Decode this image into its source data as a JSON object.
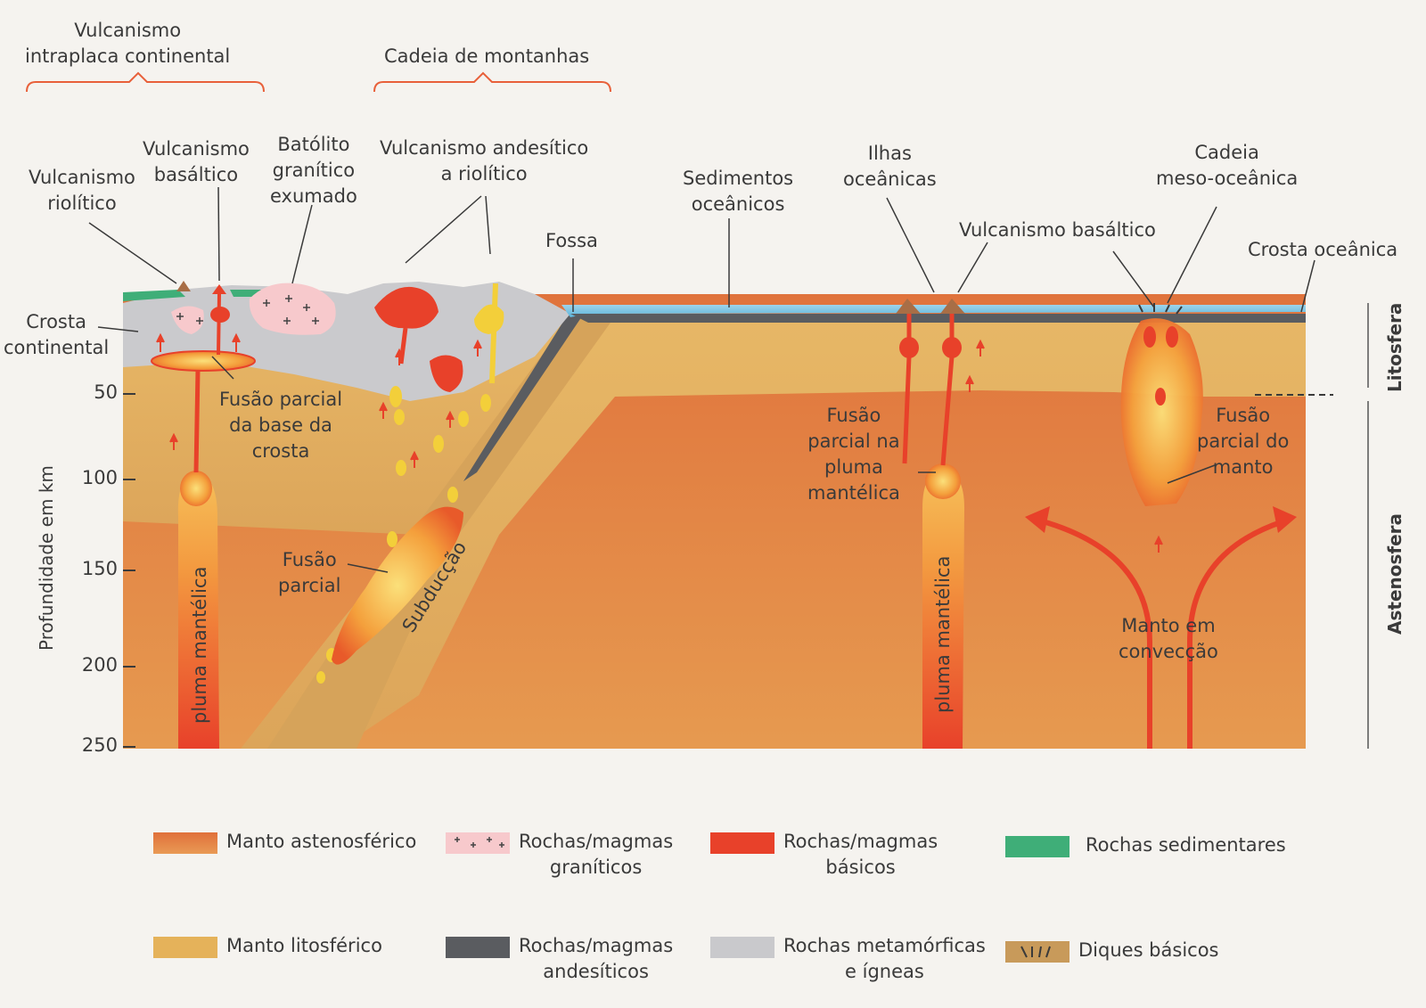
{
  "brackets": {
    "intraplate": [
      "Vulcanismo",
      "intraplaca continental"
    ],
    "mountains": "Cadeia de montanhas"
  },
  "labels": {
    "rhyolitic": [
      "Vulcanismo",
      "riolítico"
    ],
    "basaltic_left": [
      "Vulcanismo",
      "basáltico"
    ],
    "batholith": [
      "Batólito",
      "granítico",
      "exumado"
    ],
    "andesitic": [
      "Vulcanismo andesítico",
      "a riolítico"
    ],
    "trench": "Fossa",
    "ocean_sediments": [
      "Sedimentos",
      "oceânicos"
    ],
    "ocean_islands": [
      "Ilhas",
      "oceânicas"
    ],
    "basaltic_right": "Vulcanismo basáltico",
    "ridge": [
      "Cadeia",
      "meso-oceânica"
    ],
    "oceanic_crust": "Crosta oceânica",
    "continental_crust": [
      "Crosta",
      "continental"
    ],
    "crust_melting": [
      "Fusão parcial",
      "da base da",
      "crosta"
    ],
    "partial_melting": [
      "Fusão",
      "parcial"
    ],
    "subduction": "Subducção",
    "plume_left": "pluma  mantélica",
    "plume_melting": [
      "Fusão",
      "parcial na",
      "pluma",
      "mantélica"
    ],
    "plume_right": "pluma  mantélica",
    "mantle_melting": [
      "Fusão",
      "parcial do",
      "manto"
    ],
    "convection": [
      "Manto em",
      "convecção"
    ]
  },
  "axis": {
    "title": "Profundidade em km",
    "ticks": [
      "50",
      "100",
      "150",
      "200",
      "250"
    ]
  },
  "side_labels": {
    "lithosphere": "Litosfera",
    "asthenosphere": "Astenosfera"
  },
  "legend": [
    {
      "text": [
        "Manto astenosférico"
      ],
      "color": "#e0703a"
    },
    {
      "text": [
        "Rochas/magmas",
        "graníticos"
      ],
      "color": "#f7c9cc"
    },
    {
      "text": [
        "Rochas/magmas",
        "básicos"
      ],
      "color": "#e8412a"
    },
    {
      "text": [
        "Rochas sedimentares"
      ],
      "color": "#3fae78"
    },
    {
      "text": [
        "Manto litosférico"
      ],
      "color": "#e5b25a"
    },
    {
      "text": [
        "Rochas/magmas",
        "andesíticos"
      ],
      "color": "#5a5c60"
    },
    {
      "text": [
        "Rochas metamórficas",
        "e ígneas"
      ],
      "color": "#c9c9cc"
    },
    {
      "text": [
        "Diques básicos"
      ],
      "color": "#c89a5a"
    }
  ]
}
